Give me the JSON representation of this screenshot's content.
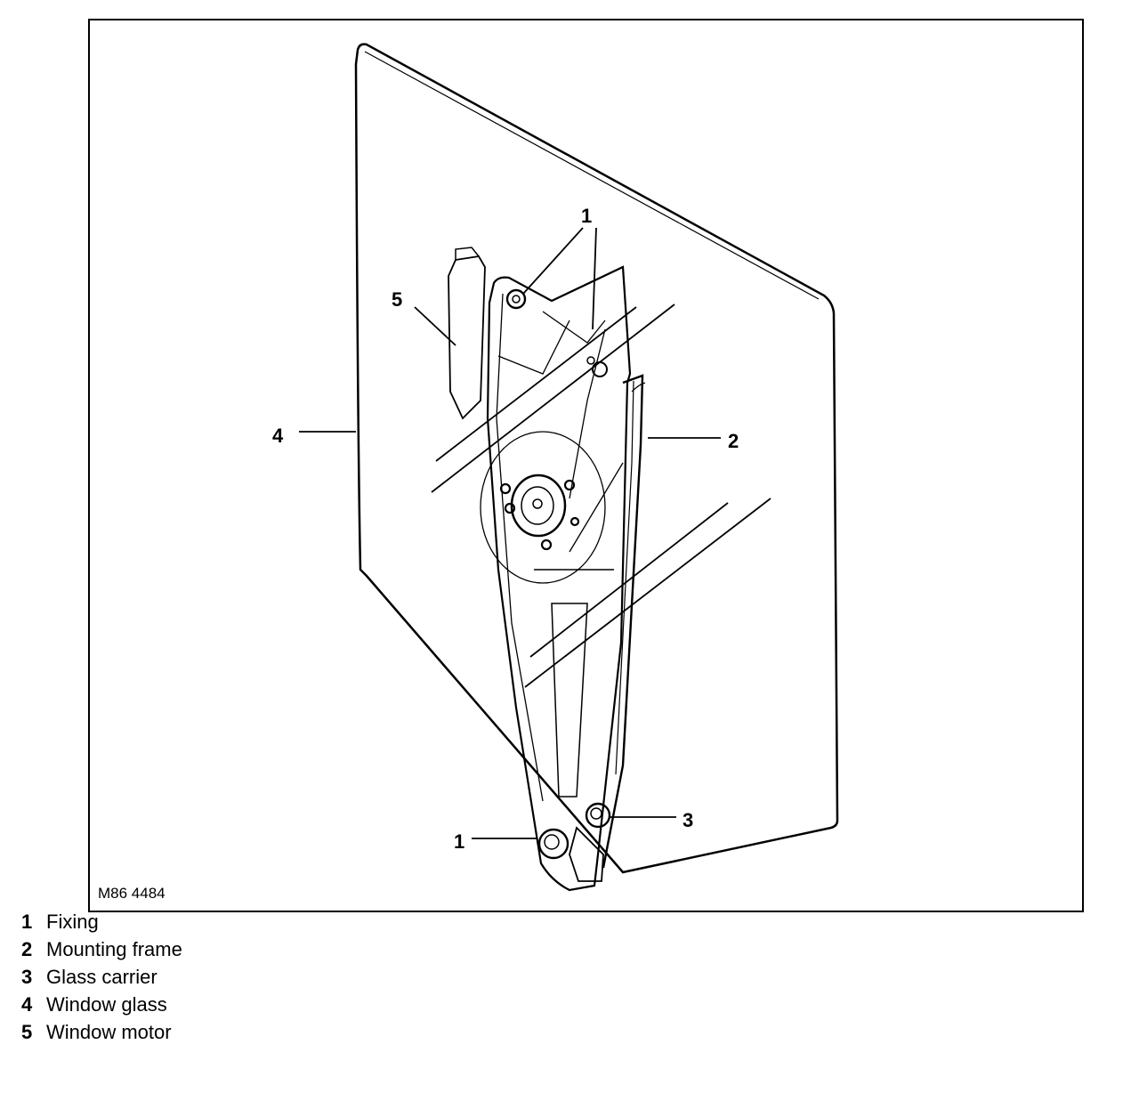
{
  "figure": {
    "code": "M86 4484",
    "callouts": [
      {
        "id": "c1a",
        "number": "1"
      },
      {
        "id": "c5",
        "number": "5"
      },
      {
        "id": "c4",
        "number": "4"
      },
      {
        "id": "c2",
        "number": "2"
      },
      {
        "id": "c3",
        "number": "3"
      },
      {
        "id": "c1b",
        "number": "1"
      }
    ]
  },
  "legend": [
    {
      "number": "1",
      "label": "Fixing"
    },
    {
      "number": "2",
      "label": "Mounting frame"
    },
    {
      "number": "3",
      "label": "Glass carrier"
    },
    {
      "number": "4",
      "label": "Window glass"
    },
    {
      "number": "5",
      "label": "Window motor"
    }
  ]
}
